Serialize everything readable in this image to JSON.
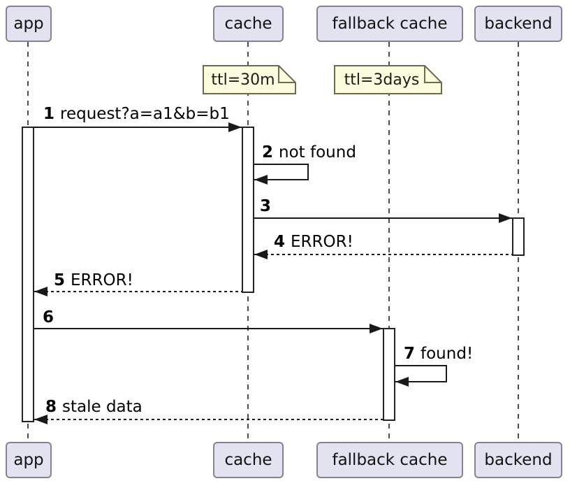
{
  "diagram_type": "uml-sequence-diagram",
  "colors": {
    "background": "#ffffff",
    "participant_fill": "#E2E2F0",
    "participant_border": "#838391",
    "note_fill": "#FBFBDE",
    "note_border": "#6B6B4F",
    "line": "#1a1a1a",
    "lifeline": "#4d4d4d",
    "activation_fill": "#ffffff"
  },
  "participants": [
    {
      "id": "app",
      "label": "app"
    },
    {
      "id": "cache",
      "label": "cache"
    },
    {
      "id": "fallback-cache",
      "label": "fallback cache"
    },
    {
      "id": "backend",
      "label": "backend"
    }
  ],
  "notes": [
    {
      "text": "ttl=30m",
      "over": "cache"
    },
    {
      "text": "ttl=3days",
      "over": "fallback cache"
    }
  ],
  "messages": [
    {
      "seq": "1",
      "text": "request?a=a1&b=b1",
      "from": "app",
      "to": "cache",
      "style": "solid"
    },
    {
      "seq": "2",
      "text": "not found",
      "from": "cache",
      "to": "cache",
      "style": "self"
    },
    {
      "seq": "3",
      "text": "",
      "from": "cache",
      "to": "backend",
      "style": "solid"
    },
    {
      "seq": "4",
      "text": "ERROR!",
      "from": "backend",
      "to": "cache",
      "style": "dashed"
    },
    {
      "seq": "5",
      "text": "ERROR!",
      "from": "cache",
      "to": "app",
      "style": "dashed"
    },
    {
      "seq": "6",
      "text": "",
      "from": "app",
      "to": "fallback cache",
      "style": "solid"
    },
    {
      "seq": "7",
      "text": "found!",
      "from": "fallback cache",
      "to": "fallback cache",
      "style": "self"
    },
    {
      "seq": "8",
      "text": "stale data",
      "from": "fallback cache",
      "to": "app",
      "style": "dashed"
    }
  ]
}
